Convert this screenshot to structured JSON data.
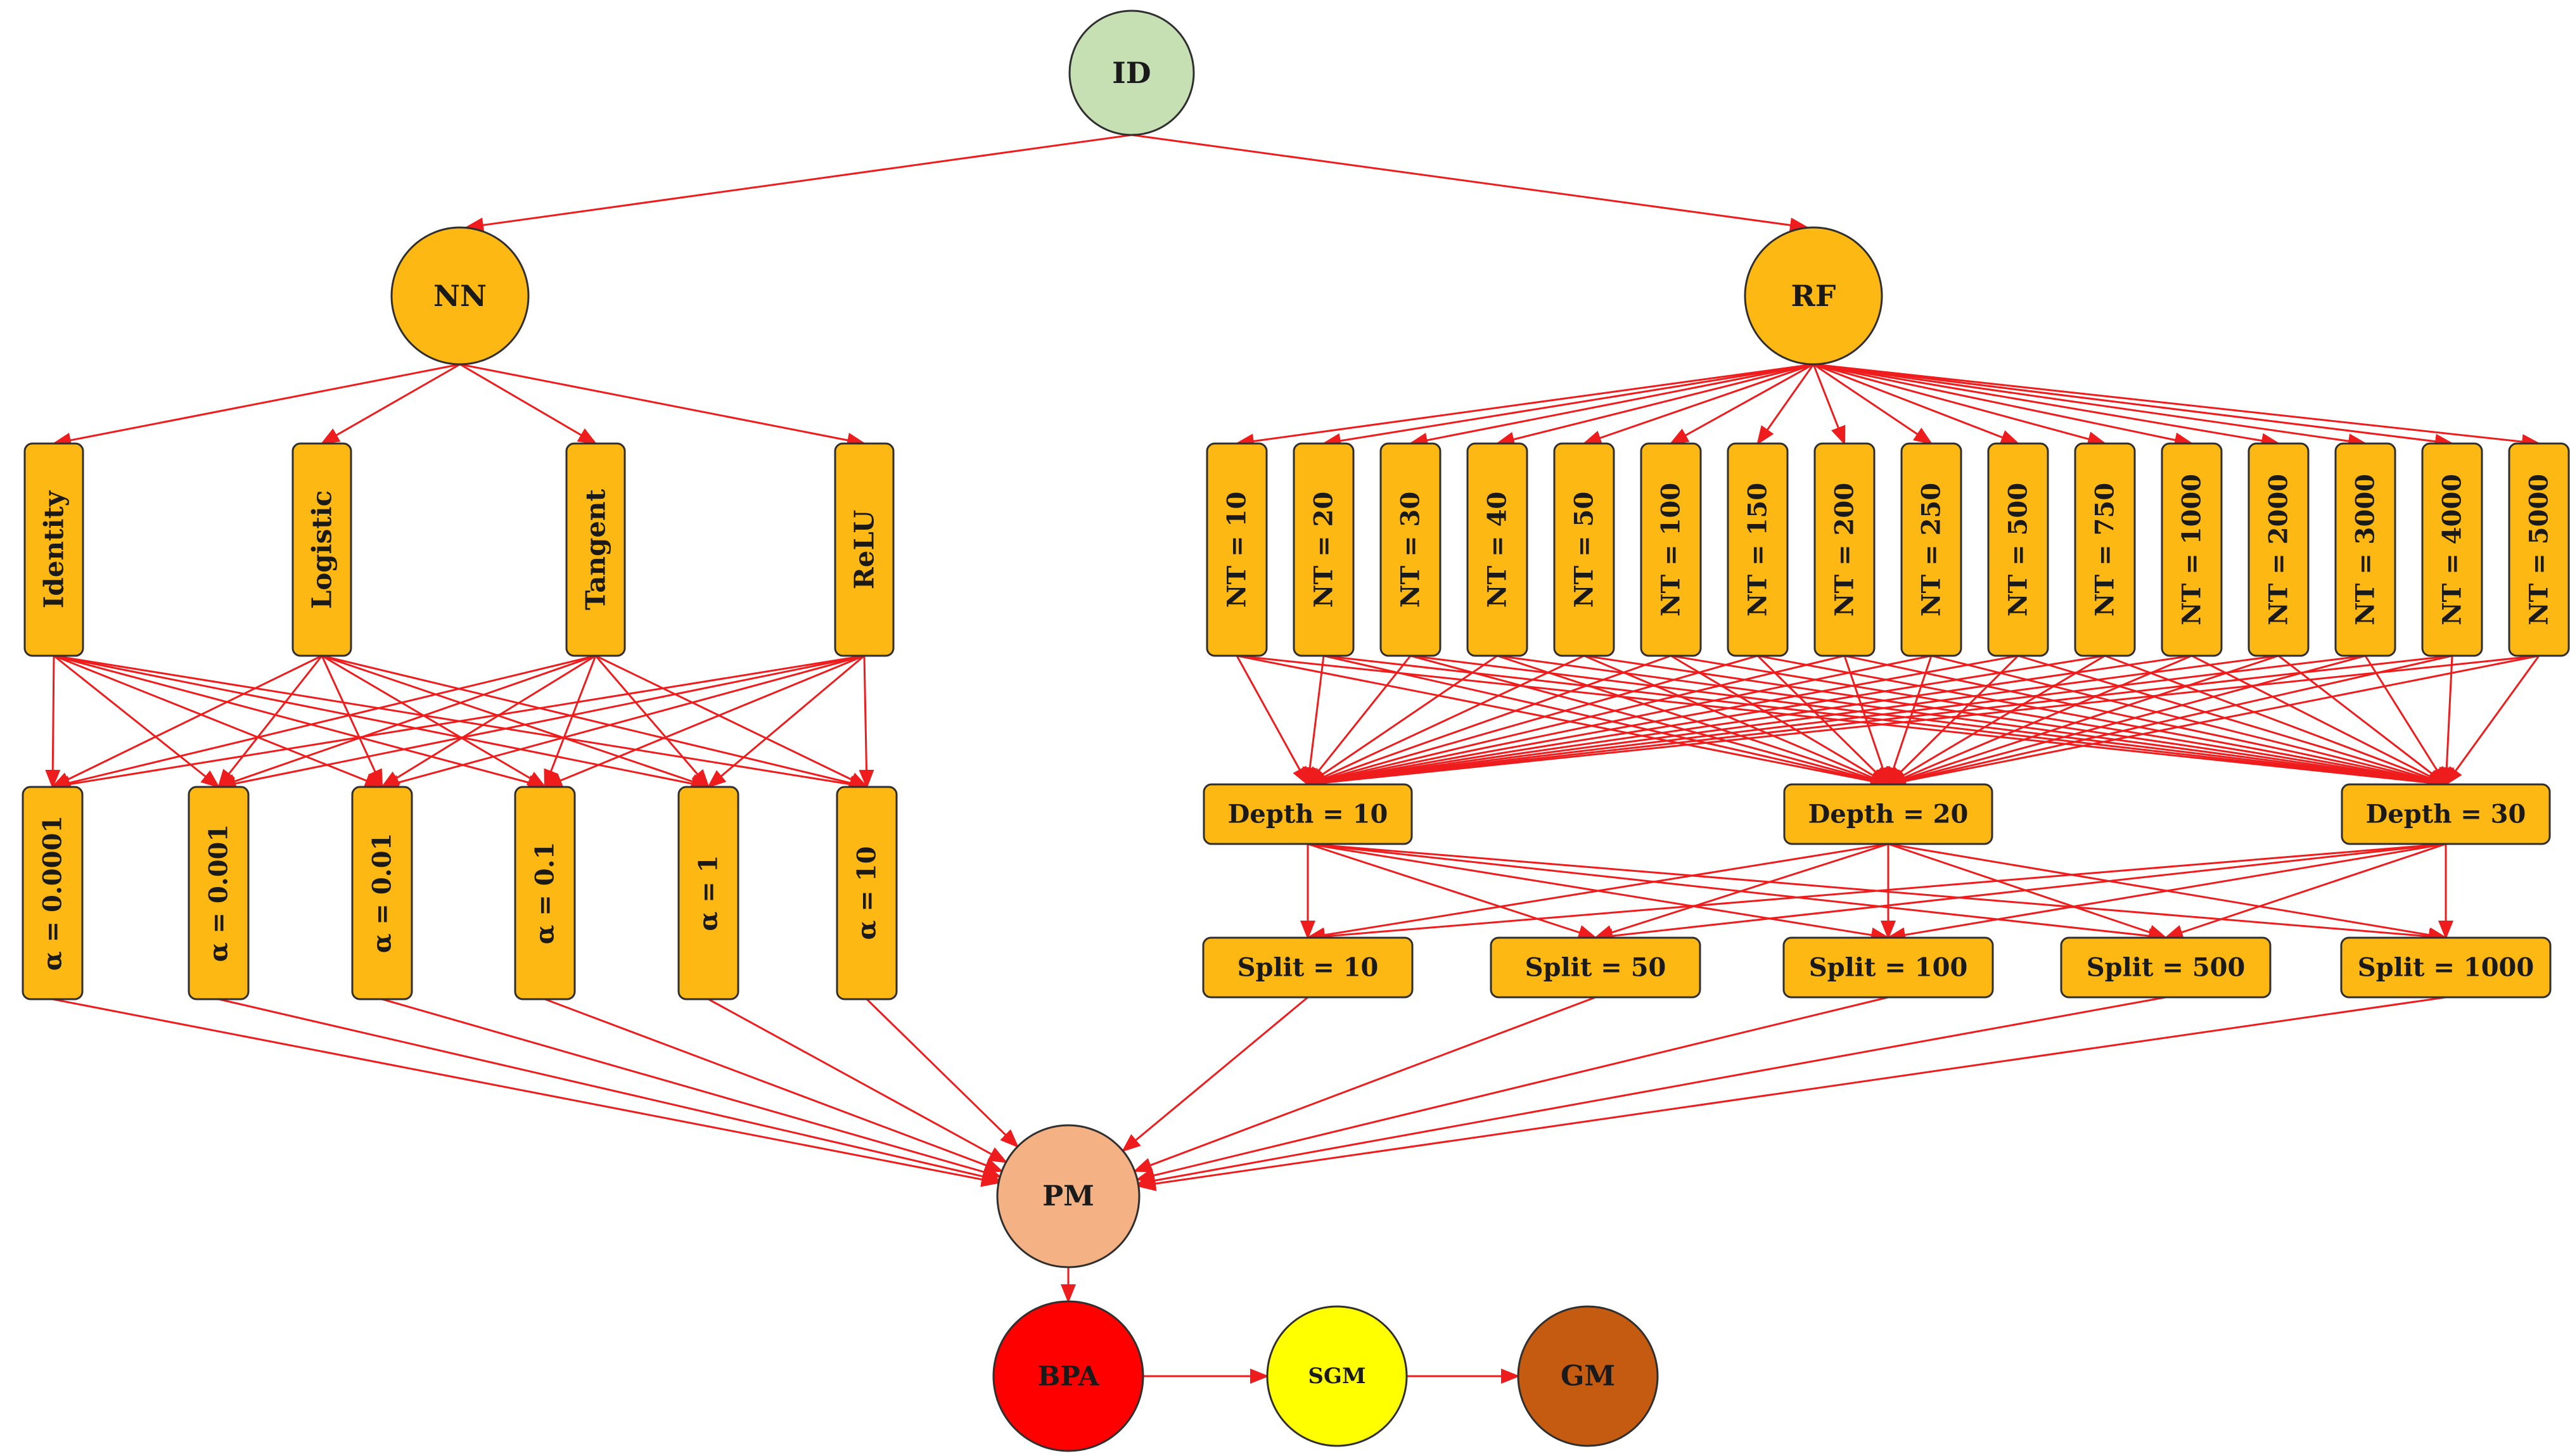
{
  "colors": {
    "edge": "#ee1c1c",
    "node_fill": "#fdb813",
    "node_stroke": "#2f2f2f",
    "id_fill": "#c6e0b4",
    "pm_fill": "#f4b183",
    "bpa_fill": "#ff0000",
    "sgm_fill": "#ffff00",
    "gm_fill": "#c55a11"
  },
  "nodes": {
    "root": "ID",
    "nn": "NN",
    "rf": "RF",
    "activations": [
      "Identity",
      "Logistic",
      "Tangent",
      "ReLU"
    ],
    "alphas": [
      "α = 0.0001",
      "α = 0.001",
      "α = 0.01",
      "α = 0.1",
      "α = 1",
      "α = 10"
    ],
    "nts": [
      "NT = 10",
      "NT = 20",
      "NT = 30",
      "NT = 40",
      "NT = 50",
      "NT = 100",
      "NT = 150",
      "NT = 200",
      "NT = 250",
      "NT = 500",
      "NT = 750",
      "NT = 1000",
      "NT = 2000",
      "NT = 3000",
      "NT = 4000",
      "NT = 5000"
    ],
    "depths": [
      "Depth = 10",
      "Depth = 20",
      "Depth = 30"
    ],
    "splits": [
      "Split = 10",
      "Split = 50",
      "Split = 100",
      "Split = 500",
      "Split = 1000"
    ],
    "pm": "PM",
    "bpa": "BPA",
    "sgm": "SGM",
    "gm": "GM"
  }
}
